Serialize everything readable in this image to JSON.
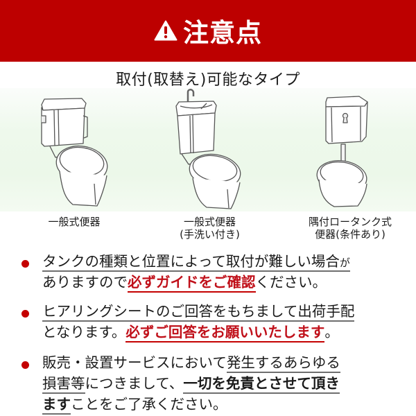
{
  "banner": {
    "title": "注意点",
    "icon": "warning-icon",
    "background_color": "#bd0000"
  },
  "subtitle": "取付(取替え)可能なタイプ",
  "toilet_types": [
    {
      "id": "standard",
      "icon": "toilet-standard-icon",
      "caption_lines": [
        "一般式便器"
      ]
    },
    {
      "id": "with-handwash",
      "icon": "toilet-with-handwash-icon",
      "caption_lines": [
        "一般式便器",
        "(手洗い付き)"
      ]
    },
    {
      "id": "corner-low-tank",
      "icon": "toilet-corner-low-tank-icon",
      "caption_lines": [
        "隅付ロータンク式",
        "便器(条件あり)"
      ]
    }
  ],
  "notes": [
    {
      "line1": {
        "underlined": "タンクの種類と位置によって取付が難しい場合",
        "small_tail": "が"
      },
      "line2": {
        "pre": "ありますので",
        "emphasis": "必ずガイドをご確認",
        "post": "ください。"
      }
    },
    {
      "line1": {
        "part1": "ヒアリングシート",
        "part2": "のご回答をもちまして",
        "part3": "出荷手配"
      },
      "line2": {
        "pre": "となります。",
        "emphasis": "必ずご回答をお願いいたします",
        "post": "。"
      }
    },
    {
      "line1": {
        "pre": "販売・設置サービスにおいて",
        "underlined": "発生するあらゆる"
      },
      "line2": {
        "underlined": "損害等",
        "mid": "につきまして、",
        "bold_underlined": "一切を免責とさせて頂き"
      },
      "line3": {
        "bold_underlined": "ます",
        "post": "ことをご了承ください。"
      }
    }
  ],
  "colors": {
    "accent_red": "#c40000",
    "emphasis_red": "#c0101a",
    "underline_gray": "#6e6e6e",
    "illustration_bg": "#ecf8e9"
  }
}
